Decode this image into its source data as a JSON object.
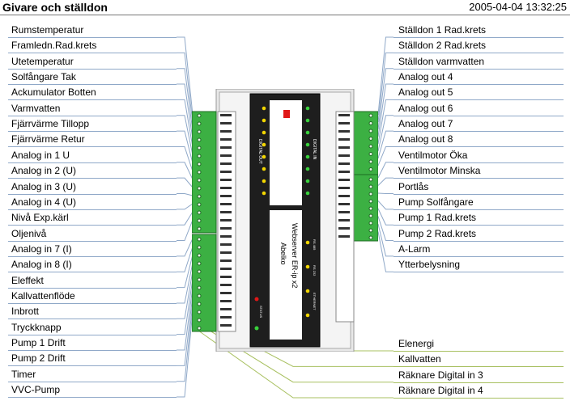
{
  "header": {
    "title": "Givare och ställdon",
    "timestamp": "2005-04-04 13:32:25"
  },
  "inputs": [
    "Rumstemperatur",
    "Framledn.Rad.krets",
    "Utetemperatur",
    "Solfångare Tak",
    "Ackumulator Botten",
    "Varmvatten",
    "Fjärrvärme Tillopp",
    "Fjärrvärme Retur",
    "Analog in 1 U",
    "Analog in 2 (U)",
    "Analog in 3 (U)",
    "Analog in 4 (U)",
    "Nivå Exp.kärl",
    "Oljenivå",
    "Analog in 7 (I)",
    "Analog in 8 (I)",
    "Eleffekt",
    "Kallvattenflöde",
    "Inbrott",
    "Tryckknapp",
    "Pump 1 Drift",
    "Pump 2 Drift",
    "Timer",
    "VVC-Pump"
  ],
  "outputs": [
    "Ställdon 1 Rad.krets",
    "Ställdon 2 Rad.krets",
    "Ställdon varmvatten",
    "Analog out 4",
    "Analog out 5",
    "Analog out 6",
    "Analog out 7",
    "Analog out 8",
    "Ventilmotor Öka",
    "Ventilmotor Minska",
    "Portlås",
    "Pump Solfångare",
    "Pump 1 Rad.krets",
    "Pump 2 Rad.krets",
    "A-Larm",
    "Ytterbelysning"
  ],
  "counters": [
    "Elenergi",
    "Kallvatten",
    "Räknare Digital in 3",
    "Räknare Digital in 4"
  ],
  "device": {
    "brand": "Abelko",
    "model": "Webserver ER-ip x2",
    "digital_out": "DIGITAL OUT",
    "digital_in": "DIGITAL IN",
    "rs485": "RS 485",
    "rs232": "RS 232",
    "ethernet": "ETHERNET",
    "status": "STATUS",
    "colors": {
      "terminal": "#3cb043",
      "body": "#1e1e1e",
      "led_yellow": "#f2d600",
      "led_green": "#39d13c",
      "led_red": "#e01818",
      "wire_left": "#8fa8c8",
      "wire_green": "#a8c060"
    }
  }
}
